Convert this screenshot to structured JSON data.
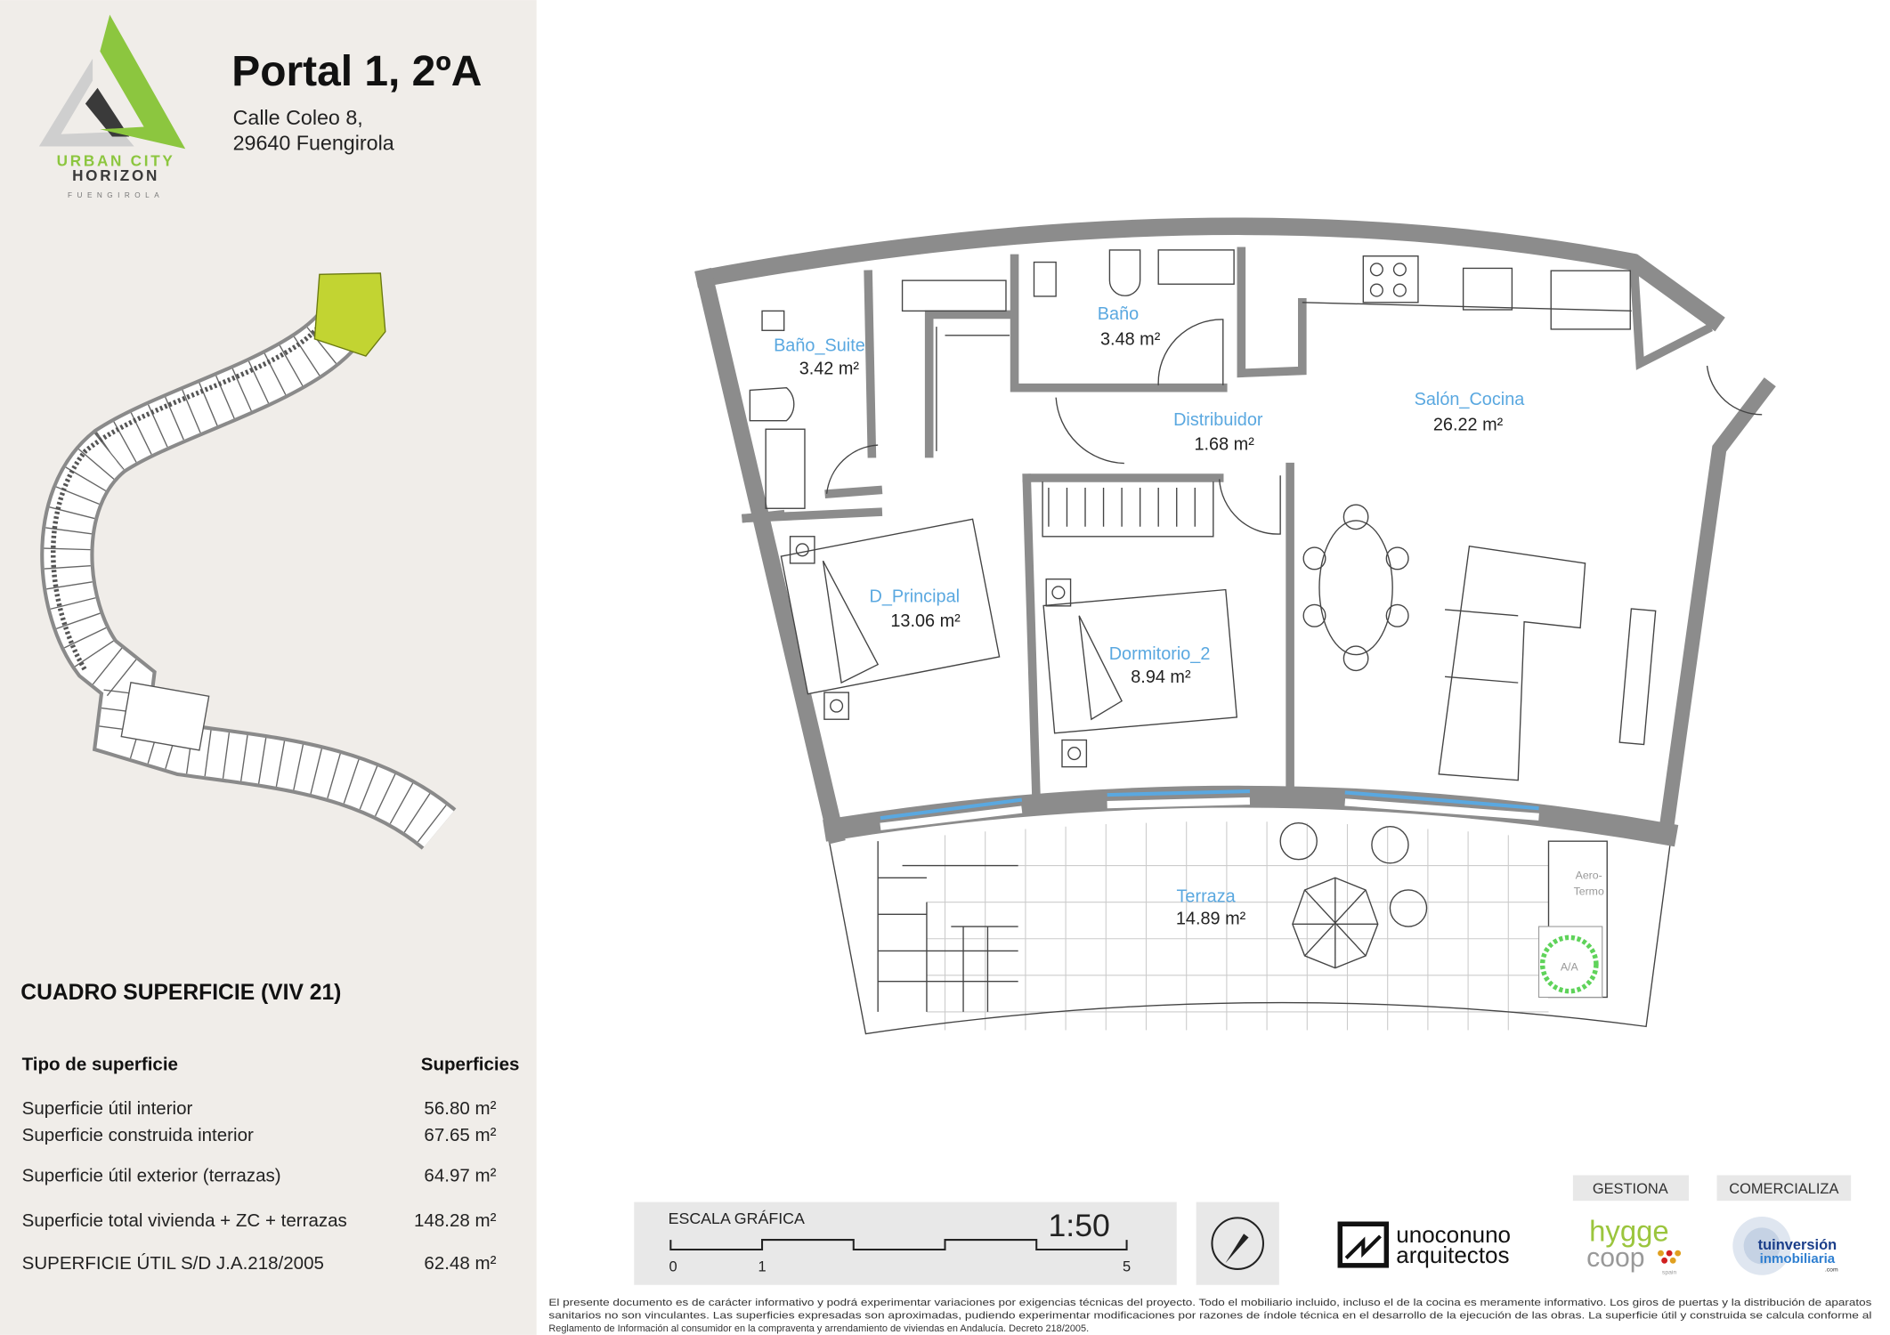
{
  "brand": {
    "line1": "URBAN CITY",
    "line2": "HORIZON",
    "line3": "FUENGIROLA",
    "green": "#8cc63f",
    "gray": "#c8c8c8",
    "dark": "#3a3a3a"
  },
  "header": {
    "title": "Portal 1, 2ºA",
    "address_line1": "Calle Coleo 8,",
    "address_line2": "29640 Fuengirola"
  },
  "surface_table": {
    "title": "CUADRO SUPERFICIE (VIV 21)",
    "col_type": "Tipo de superficie",
    "col_value": "Superficies",
    "rows": [
      {
        "label": "Superficie útil interior",
        "value": "56.80 m²"
      },
      {
        "label": "Superficie construida interior",
        "value": "67.65 m²"
      },
      {
        "label": "Superficie útil exterior (terrazas)",
        "value": "64.97 m²"
      },
      {
        "label": "Superficie total vivienda + ZC + terrazas",
        "value": "148.28 m²"
      },
      {
        "label": "SUPERFICIE ÚTIL S/D J.A.218/2005",
        "value": "62.48 m²"
      }
    ]
  },
  "rooms": [
    {
      "name": "Baño_Suite",
      "area": "3.42 m²"
    },
    {
      "name": "Baño",
      "area": "3.48 m²"
    },
    {
      "name": "Distribuidor",
      "area": "1.68 m²"
    },
    {
      "name": "Salón_Cocina",
      "area": "26.22 m²"
    },
    {
      "name": "D_Principal",
      "area": "13.06 m²"
    },
    {
      "name": "Dormitorio_2",
      "area": "8.94 m²"
    },
    {
      "name": "Terraza",
      "area": "14.89 m²"
    }
  ],
  "plan_labels": {
    "aerotermo_1": "Aero-",
    "aerotermo_2": "Termo",
    "ac": "A/A",
    "room_label_color": "#5aa8e0",
    "window_color": "#5aa8e0"
  },
  "scale": {
    "label": "ESCALA GRÁFICA",
    "ratio": "1:50",
    "tick_0": "0",
    "tick_1": "1",
    "tick_5": "5"
  },
  "credits": {
    "architect_1": "unoconuno",
    "architect_2": "arquitectos",
    "gestiona_label": "GESTIONA",
    "comercializa_label": "COMERCIALIZA",
    "hygge": "hygge",
    "coop": "coop",
    "spain": "spain",
    "tu_1": "tuinversión",
    "tu_2": "inmobiliaria",
    "tu_3": ".com"
  },
  "disclaimer": {
    "line1": "El presente documento es de carácter informativo y podrá experimentar variaciones por exigencias técnicas del proyecto. Todo el mobiliario incluido, incluso el de la cocina es meramente informativo. Los giros de puertas y la distribución de aparatos",
    "line2": "sanitarios no son vinculantes. Las superficies expresadas son aproximadas, pudiendo experimentar modificaciones por razones de índole técnica en el desarrollo de la ejecución de las obras. La superficie útil y construida se calcula conforme al",
    "line3": "Reglamento de Información al consumidor en la compraventa y arrendamiento de viviendas en Andalucía. Decreto 218/2005."
  }
}
